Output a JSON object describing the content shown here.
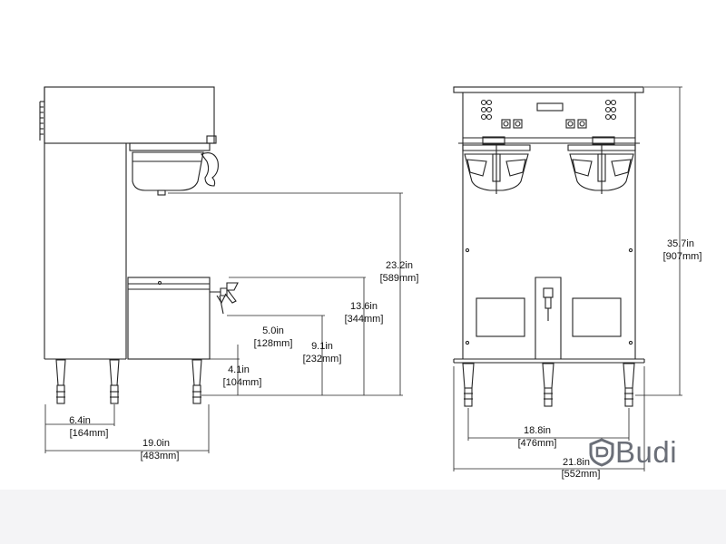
{
  "side_view": {
    "dim_total_height": {
      "imperial": "23.2in",
      "metric": "[589mm]"
    },
    "dim_faucet_height": {
      "imperial": "13.6in",
      "metric": "[344mm]"
    },
    "dim_cup_clearance": {
      "imperial": "5.0in",
      "metric": "[128mm]"
    },
    "dim_base_height": {
      "imperial": "9.1in",
      "metric": "[232mm]"
    },
    "dim_leg_height": {
      "imperial": "4.1in",
      "metric": "[104mm]"
    },
    "dim_leg_spacing": {
      "imperial": "6.4in",
      "metric": "[164mm]"
    },
    "dim_depth": {
      "imperial": "19.0in",
      "metric": "[483mm]"
    }
  },
  "front_view": {
    "dim_height": {
      "imperial": "35.7in",
      "metric": "[907mm]"
    },
    "dim_leg_span": {
      "imperial": "18.8in",
      "metric": "[476mm]"
    },
    "dim_width": {
      "imperial": "21.8in",
      "metric": "[552mm]"
    }
  },
  "brand": {
    "name": "Budi",
    "color": "#6b6f78"
  }
}
